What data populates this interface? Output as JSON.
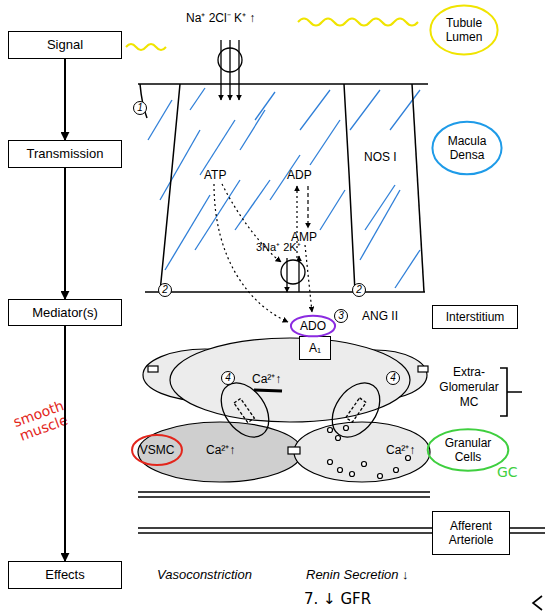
{
  "diagram": {
    "nodes": [
      {
        "text": [
          "Signal"
        ]
      },
      {
        "text": [
          "Tubule Lumen"
        ]
      },
      {
        "text": [
          "Transmission"
        ]
      },
      {
        "text": [
          "Macula Densa"
        ]
      },
      {
        "text": [
          "Mediator(s)"
        ]
      },
      {
        "text": [
          "ADO"
        ]
      },
      {
        "text": [
          "Interstitium"
        ]
      },
      {
        "text": [
          "A₁"
        ]
      },
      {
        "text": [
          "VSMC"
        ]
      },
      {
        "text": [
          "Granular Cells"
        ]
      },
      {
        "text": [
          "Afferent Arteriole"
        ]
      },
      {
        "text": [
          "Effects"
        ]
      }
    ],
    "edges": [
      {
        "from": 0,
        "to": 2,
        "arrow": "to"
      },
      {
        "from": 2,
        "to": 4,
        "arrow": "to"
      },
      {
        "from": 4,
        "to": 11,
        "arrow": "to"
      }
    ],
    "labels": [
      "Na⁺ 2Cl⁻ K⁺ ↑",
      "1",
      "ATP",
      "ADP",
      "NOS I",
      "3Na⁺ 2K⁺",
      "AMP",
      "2",
      "2",
      "3",
      "ANG II",
      "Extra- Glomerular MC",
      "Ca²⁺↑",
      "4",
      "4",
      "smooth muscle",
      "Ca²⁺↑",
      "Ca²⁺↑",
      "GC",
      "Vasoconstriction",
      "Renin Secretion ↓",
      "7. ↓ GFR"
    ]
  }
}
